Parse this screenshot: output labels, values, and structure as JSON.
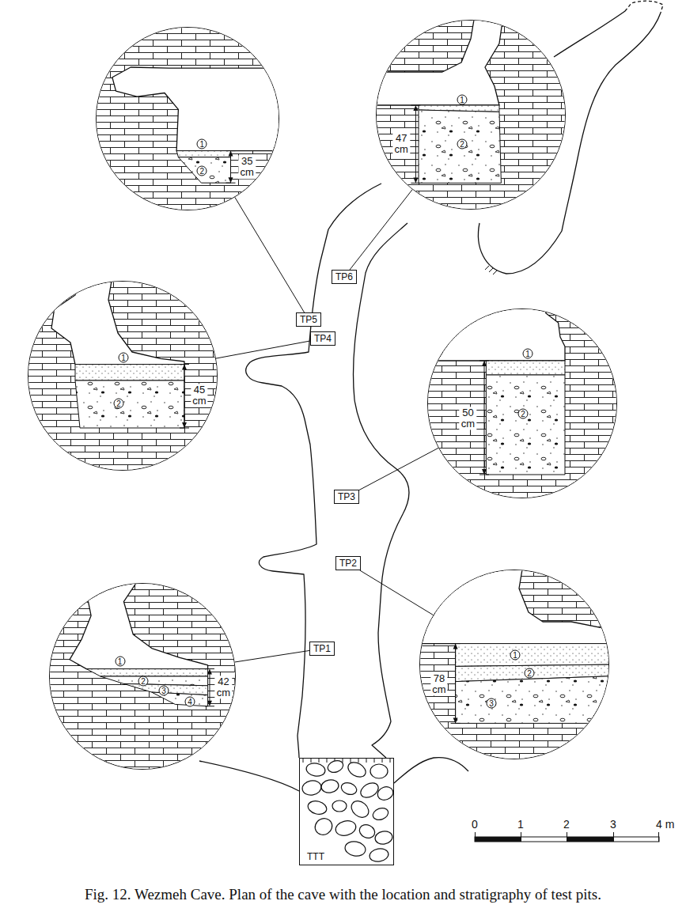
{
  "diagram": {
    "caption": "Fig. 12. Wezmeh Cave. Plan of the cave with the location and stratigraphy of test pits.",
    "nodes": [
      {
        "text": [
          "1",
          "2",
          "35 cm"
        ]
      },
      {
        "text": [
          "1",
          "2",
          "47 cm"
        ]
      },
      {
        "text": [
          "TP6"
        ]
      },
      {
        "text": [
          "TP5"
        ]
      },
      {
        "text": [
          "1",
          "2",
          "45 cm"
        ]
      },
      {
        "text": [
          "TP4"
        ]
      },
      {
        "text": [
          "1",
          "2",
          "50 cm"
        ]
      },
      {
        "text": [
          "TP3"
        ]
      },
      {
        "text": [
          "TP2"
        ]
      },
      {
        "text": [
          "TP1"
        ]
      },
      {
        "text": [
          "1",
          "2",
          "3",
          "4",
          "42 cm"
        ]
      },
      {
        "text": [
          "1",
          "2",
          "3",
          "78 cm"
        ]
      },
      {
        "text": [
          "TTT"
        ]
      }
    ],
    "edges": [
      {
        "from": 0,
        "to": 3,
        "arrow": "none"
      },
      {
        "from": 1,
        "to": 2,
        "arrow": "none"
      },
      {
        "from": 4,
        "to": 5,
        "arrow": "none"
      },
      {
        "from": 6,
        "to": 7,
        "arrow": "none"
      },
      {
        "from": 11,
        "to": 8,
        "arrow": "none"
      },
      {
        "from": 10,
        "to": 9,
        "arrow": "none"
      }
    ],
    "labels": [
      "0",
      "1",
      "2",
      "3",
      "4 m"
    ]
  }
}
